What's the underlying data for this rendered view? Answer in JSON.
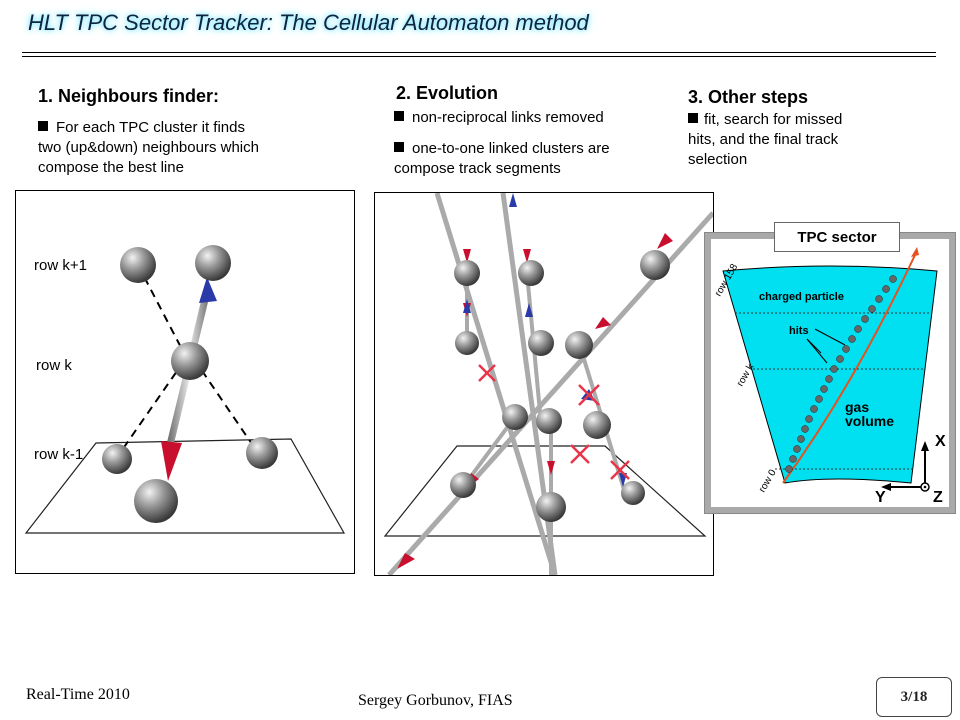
{
  "title": "HLT TPC Sector Tracker: The Cellular Automaton method",
  "step1": {
    "heading": "1.   Neighbours finder:",
    "bullet_line1": "For each TPC cluster it finds",
    "bullet_line2": "two (up&down) neighbours which",
    "bullet_line3": "compose the best line"
  },
  "step2": {
    "heading": "2. Evolution",
    "bullet1": "non-reciprocal links removed",
    "bullet2_line1": "one-to-one linked clusters are",
    "bullet2_line2": "compose track segments"
  },
  "step3": {
    "heading": "3. Other steps",
    "bullet_line1": "fit, search for missed",
    "bullet_line2": "hits, and the final track",
    "bullet_line3": "selection"
  },
  "panel1": {
    "row_upper": "row k+1",
    "row_mid": "row k",
    "row_lower": "row k-1"
  },
  "panel3": {
    "label": "TPC sector",
    "row158": "row 158",
    "rowk": "row k",
    "row0": "row 0",
    "charged": "charged particle",
    "hits": "hits",
    "gas1": "gas",
    "gas2": "volume",
    "axis_x": "X",
    "axis_y": "Y",
    "axis_z": "Z"
  },
  "footer": {
    "conference": "Real-Time 2010",
    "author": "Sergey Gorbunov, FIAS",
    "page": "3/18"
  },
  "colors": {
    "title_glow": "#7ee8ff",
    "gas": "#00e0f0",
    "link_red": "#c8102e",
    "link_blue": "#2a3aa8"
  }
}
